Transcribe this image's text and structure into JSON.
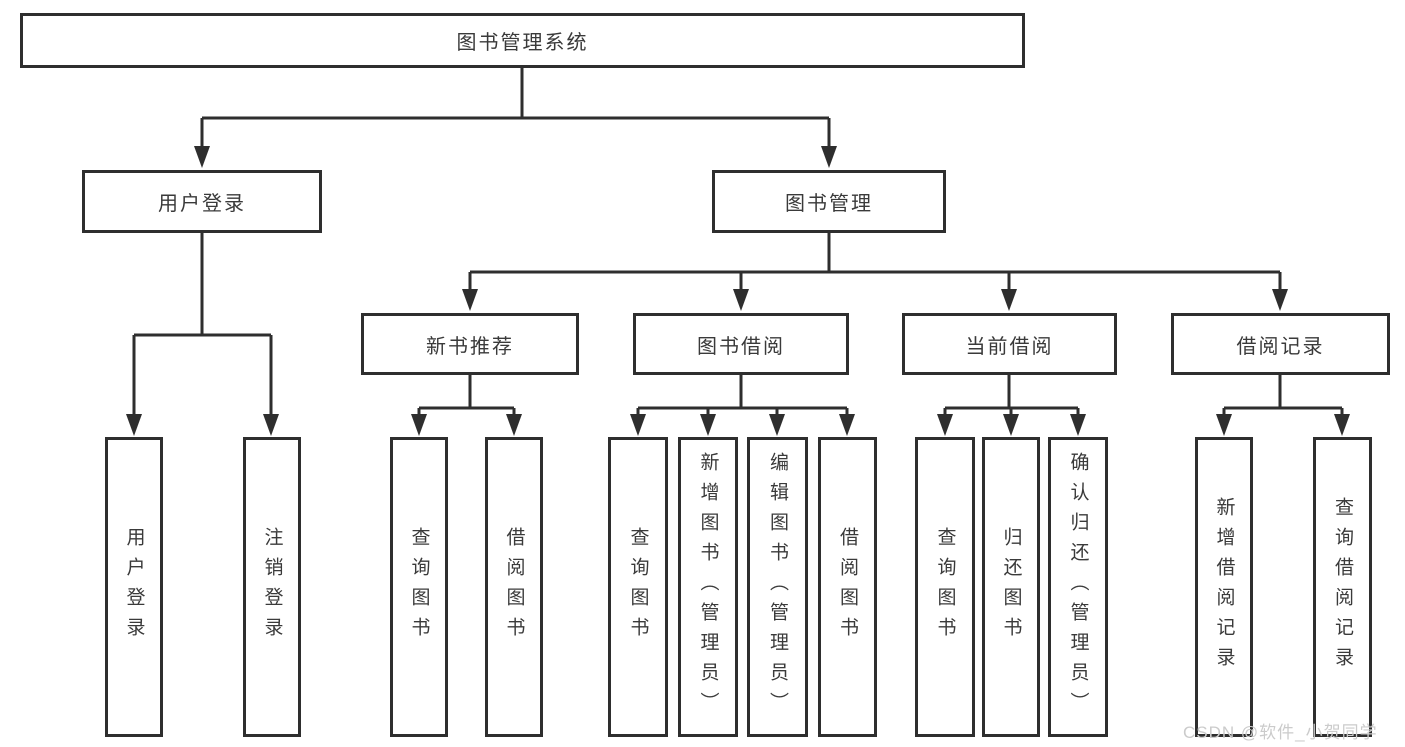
{
  "tree": {
    "label": "图书管理系统",
    "children": [
      {
        "label": "用户登录",
        "children": [
          {
            "label": "用户登录"
          },
          {
            "label": "注销登录"
          }
        ]
      },
      {
        "label": "图书管理",
        "children": [
          {
            "label": "新书推荐",
            "children": [
              {
                "label": "查询图书"
              },
              {
                "label": "借阅图书"
              }
            ]
          },
          {
            "label": "图书借阅",
            "children": [
              {
                "label": "查询图书"
              },
              {
                "label": "新增图书（管理员）"
              },
              {
                "label": "编辑图书（管理员）"
              },
              {
                "label": "借阅图书"
              }
            ]
          },
          {
            "label": "当前借阅",
            "children": [
              {
                "label": "查询图书"
              },
              {
                "label": "归还图书"
              },
              {
                "label": "确认归还（管理员）"
              }
            ]
          },
          {
            "label": "借阅记录",
            "children": [
              {
                "label": "新增借阅记录"
              },
              {
                "label": "查询借阅记录"
              }
            ]
          }
        ]
      }
    ]
  },
  "watermark": "CSDN @软件_小贺同学",
  "colors": {
    "line": "#2e2e2e",
    "box_border": "#2e2e2e",
    "box_background": "#ffffff",
    "text": "#3a3a3a",
    "watermark": "#cbcbcb"
  }
}
